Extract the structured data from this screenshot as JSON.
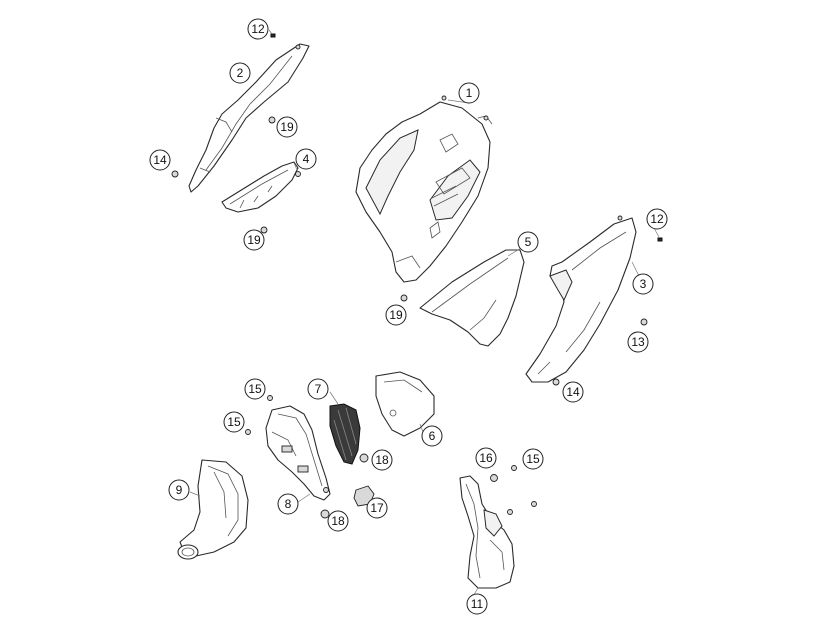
{
  "callouts": [
    {
      "id": "c1",
      "label": "1"
    },
    {
      "id": "c2",
      "label": "2"
    },
    {
      "id": "c3",
      "label": "3"
    },
    {
      "id": "c4",
      "label": "4"
    },
    {
      "id": "c5",
      "label": "5"
    },
    {
      "id": "c6",
      "label": "6"
    },
    {
      "id": "c7",
      "label": "7"
    },
    {
      "id": "c8",
      "label": "8"
    },
    {
      "id": "c9",
      "label": "9"
    },
    {
      "id": "c11",
      "label": "11"
    },
    {
      "id": "c12a",
      "label": "12"
    },
    {
      "id": "c12b",
      "label": "12"
    },
    {
      "id": "c13",
      "label": "13"
    },
    {
      "id": "c14a",
      "label": "14"
    },
    {
      "id": "c14b",
      "label": "14"
    },
    {
      "id": "c15a",
      "label": "15"
    },
    {
      "id": "c15b",
      "label": "15"
    },
    {
      "id": "c15c",
      "label": "15"
    },
    {
      "id": "c16",
      "label": "16"
    },
    {
      "id": "c17",
      "label": "17"
    },
    {
      "id": "c18a",
      "label": "18"
    },
    {
      "id": "c18b",
      "label": "18"
    },
    {
      "id": "c19a",
      "label": "19"
    },
    {
      "id": "c19b",
      "label": "19"
    },
    {
      "id": "c19c",
      "label": "19"
    }
  ]
}
